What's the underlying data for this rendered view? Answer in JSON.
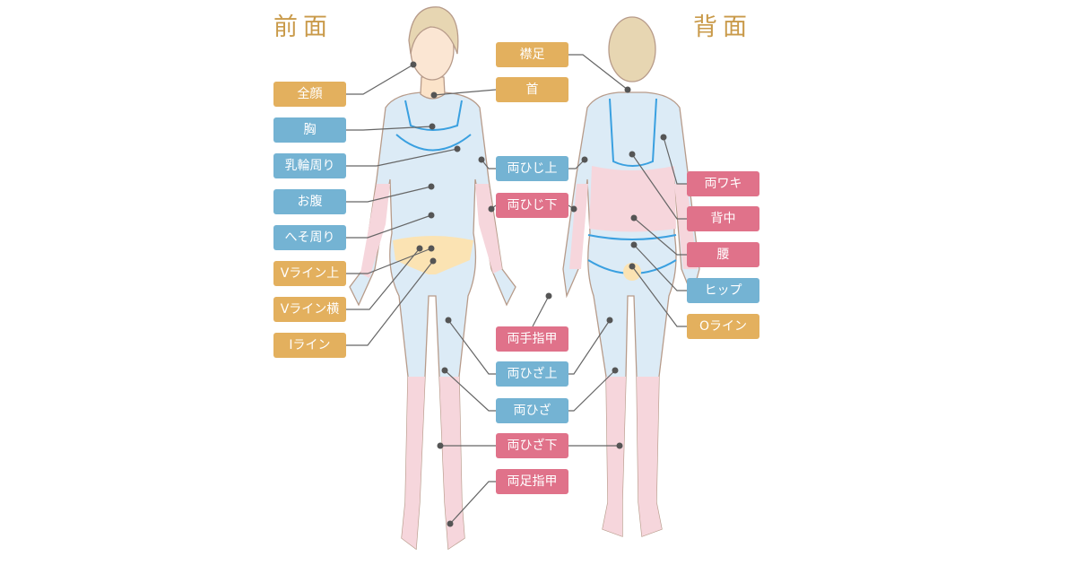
{
  "titles": {
    "front": "前面",
    "back": "背面"
  },
  "colors": {
    "orange": "#e3b05e",
    "blue": "#74b3d3",
    "pink": "#e0728a"
  },
  "labels": {
    "zengan": "全顔",
    "mune": "胸",
    "nyurin": "乳輪周り",
    "onaka": "お腹",
    "heso": "へそ周り",
    "v_ue": "Vライン上",
    "v_yoko": "Vライン横",
    "i_line": "Iライン",
    "erioshi": "襟足",
    "kubi": "首",
    "hiji_ue": "両ひじ上",
    "hiji_shita": "両ひじ下",
    "te_yubi": "両手指甲",
    "hiza_ue": "両ひざ上",
    "hiza": "両ひざ",
    "hiza_shita": "両ひざ下",
    "ashi_yubi": "両足指甲",
    "waki": "両ワキ",
    "senaka": "背中",
    "koshi": "腰",
    "hip": "ヒップ",
    "o_line": "Oライン"
  }
}
